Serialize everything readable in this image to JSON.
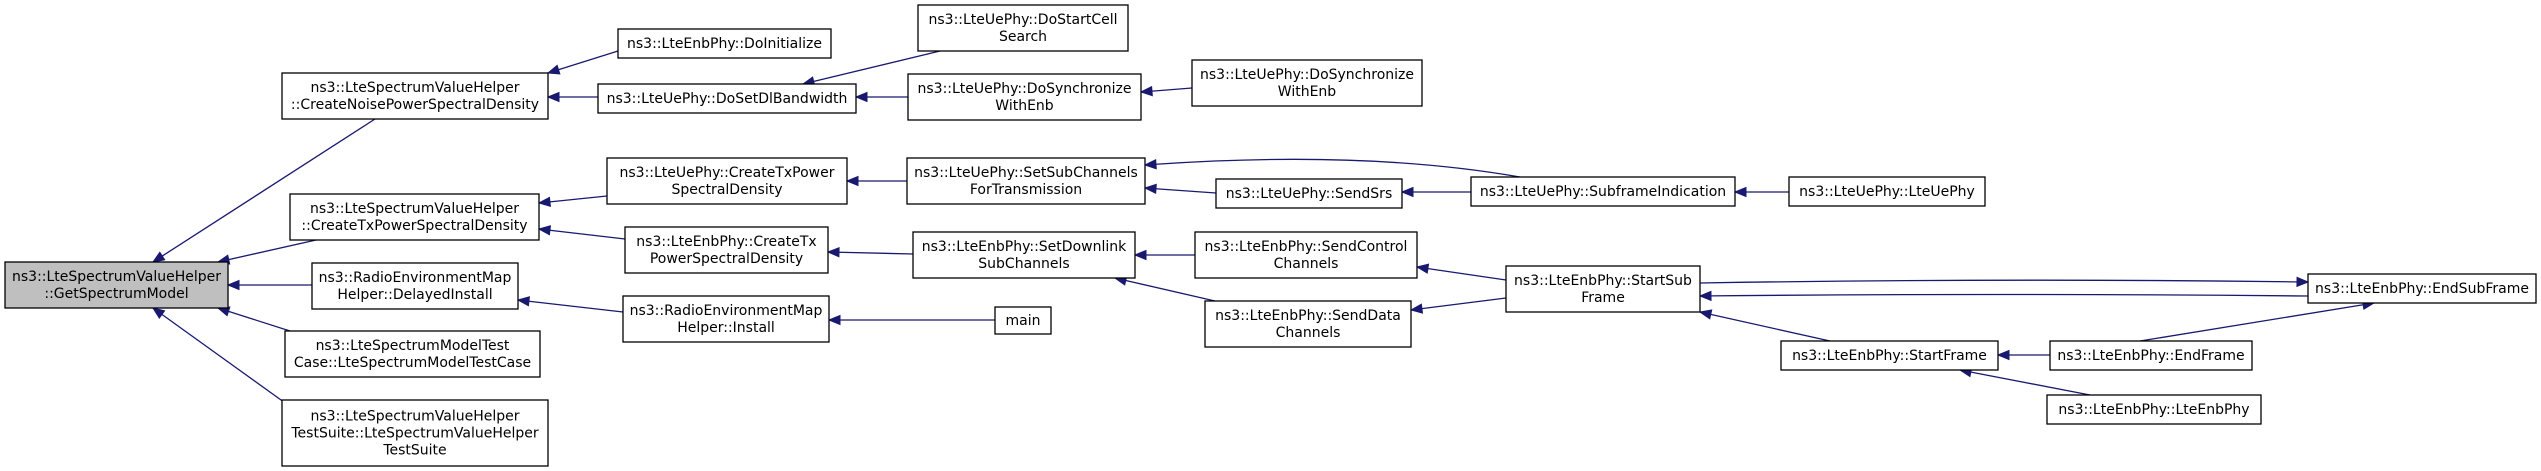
{
  "colors": {
    "edge": "#191970",
    "root_fill": "#bfbfbf",
    "node_fill": "#ffffff",
    "border": "#000000"
  },
  "nodes": [
    {
      "id": "root",
      "lines": [
        "ns3::LteSpectrumValueHelper",
        "::GetSpectrumModel"
      ],
      "root": true
    },
    {
      "id": "cnpsd",
      "lines": [
        "ns3::LteSpectrumValueHelper",
        "::CreateNoisePowerSpectralDensity"
      ]
    },
    {
      "id": "ctxpsd",
      "lines": [
        "ns3::LteSpectrumValueHelper",
        "::CreateTxPowerSpectralDensity"
      ]
    },
    {
      "id": "remdi",
      "lines": [
        "ns3::RadioEnvironmentMap",
        "Helper::DelayedInstall"
      ]
    },
    {
      "id": "smtest",
      "lines": [
        "ns3::LteSpectrumModelTest",
        "Case::LteSpectrumModelTestCase"
      ]
    },
    {
      "id": "svhts",
      "lines": [
        "ns3::LteSpectrumValueHelper",
        "TestSuite::LteSpectrumValueHelper",
        "TestSuite"
      ]
    },
    {
      "id": "enbinit",
      "lines": [
        "ns3::LteEnbPhy::DoInitialize"
      ]
    },
    {
      "id": "uedlbw",
      "lines": [
        "ns3::LteUePhy::DoSetDlBandwidth"
      ]
    },
    {
      "id": "uectxpsd",
      "lines": [
        "ns3::LteUePhy::CreateTxPower",
        "SpectralDensity"
      ]
    },
    {
      "id": "enbctxpsd",
      "lines": [
        "ns3::LteEnbPhy::CreateTx",
        "PowerSpectralDensity"
      ]
    },
    {
      "id": "reminst",
      "lines": [
        "ns3::RadioEnvironmentMap",
        "Helper::Install"
      ]
    },
    {
      "id": "uestartcs",
      "lines": [
        "ns3::LteUePhy::DoStartCell",
        "Search"
      ]
    },
    {
      "id": "uesync1",
      "lines": [
        "ns3::LteUePhy::DoSynchronize",
        "WithEnb"
      ]
    },
    {
      "id": "uesync2",
      "lines": [
        "ns3::LteUePhy::DoSynchronize",
        "WithEnb"
      ]
    },
    {
      "id": "uesetsub",
      "lines": [
        "ns3::LteUePhy::SetSubChannels",
        "ForTransmission"
      ]
    },
    {
      "id": "uesrs",
      "lines": [
        "ns3::LteUePhy::SendSrs"
      ]
    },
    {
      "id": "uesfi",
      "lines": [
        "ns3::LteUePhy::SubframeIndication"
      ]
    },
    {
      "id": "uector",
      "lines": [
        "ns3::LteUePhy::LteUePhy"
      ]
    },
    {
      "id": "enbsetdl",
      "lines": [
        "ns3::LteEnbPhy::SetDownlink",
        "SubChannels"
      ]
    },
    {
      "id": "main",
      "lines": [
        "main"
      ]
    },
    {
      "id": "enbsendctrl",
      "lines": [
        "ns3::LteEnbPhy::SendControl",
        "Channels"
      ]
    },
    {
      "id": "enbsenddata",
      "lines": [
        "ns3::LteEnbPhy::SendData",
        "Channels"
      ]
    },
    {
      "id": "enbstartsub",
      "lines": [
        "ns3::LteEnbPhy::StartSub",
        "Frame"
      ]
    },
    {
      "id": "enbendsub",
      "lines": [
        "ns3::LteEnbPhy::EndSubFrame"
      ]
    },
    {
      "id": "enbstartframe",
      "lines": [
        "ns3::LteEnbPhy::StartFrame"
      ]
    },
    {
      "id": "enbendframe",
      "lines": [
        "ns3::LteEnbPhy::EndFrame"
      ]
    },
    {
      "id": "enbctor",
      "lines": [
        "ns3::LteEnbPhy::LteEnbPhy"
      ]
    }
  ],
  "edges": [
    {
      "from": "cnpsd",
      "to": "root"
    },
    {
      "from": "ctxpsd",
      "to": "root"
    },
    {
      "from": "remdi",
      "to": "root"
    },
    {
      "from": "smtest",
      "to": "root"
    },
    {
      "from": "svhts",
      "to": "root"
    },
    {
      "from": "enbinit",
      "to": "cnpsd"
    },
    {
      "from": "uedlbw",
      "to": "cnpsd"
    },
    {
      "from": "uestartcs",
      "to": "uedlbw"
    },
    {
      "from": "uesync1",
      "to": "uedlbw"
    },
    {
      "from": "uesync2",
      "to": "uesync1"
    },
    {
      "from": "uectxpsd",
      "to": "ctxpsd"
    },
    {
      "from": "enbctxpsd",
      "to": "ctxpsd"
    },
    {
      "from": "uesetsub",
      "to": "uectxpsd"
    },
    {
      "from": "uesfi",
      "to": "uesetsub"
    },
    {
      "from": "uesrs",
      "to": "uesetsub"
    },
    {
      "from": "uesfi",
      "to": "uesrs"
    },
    {
      "from": "uector",
      "to": "uesfi"
    },
    {
      "from": "enbsetdl",
      "to": "enbctxpsd"
    },
    {
      "from": "enbsendctrl",
      "to": "enbsetdl"
    },
    {
      "from": "enbsenddata",
      "to": "enbsetdl"
    },
    {
      "from": "enbstartsub",
      "to": "enbsendctrl"
    },
    {
      "from": "enbstartsub",
      "to": "enbsenddata"
    },
    {
      "from": "enbendsub",
      "to": "enbstartsub"
    },
    {
      "from": "enbstartsub",
      "to": "enbendsub"
    },
    {
      "from": "enbstartframe",
      "to": "enbstartsub"
    },
    {
      "from": "enbendframe",
      "to": "enbstartframe"
    },
    {
      "from": "enbendframe",
      "to": "enbendsub"
    },
    {
      "from": "enbctor",
      "to": "enbstartframe"
    },
    {
      "from": "reminst",
      "to": "remdi"
    },
    {
      "from": "main",
      "to": "reminst"
    }
  ]
}
